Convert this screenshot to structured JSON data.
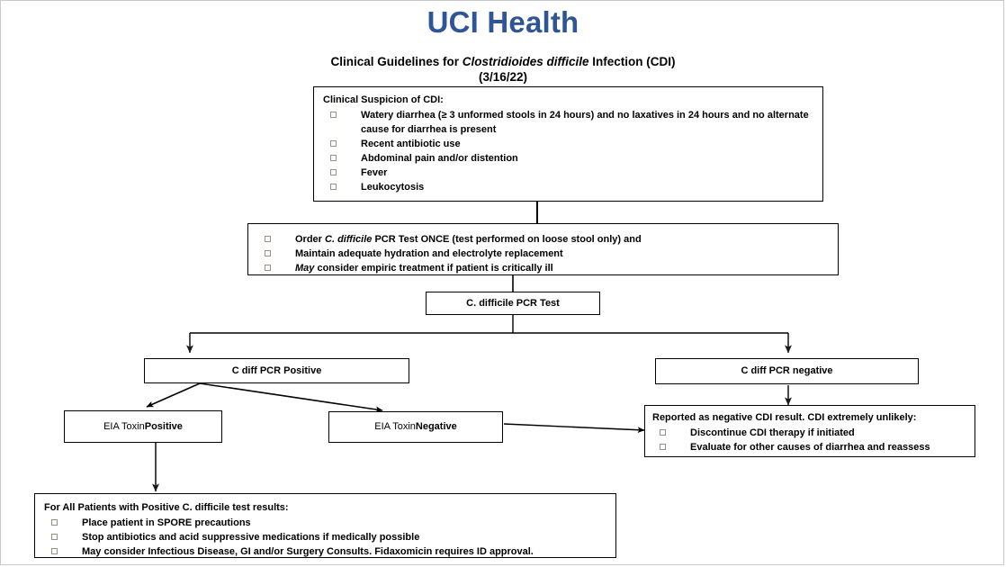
{
  "header": {
    "brand": "UCI Health",
    "brand_color": "#2f5597",
    "subtitle_prefix": "Clinical Guidelines for ",
    "subtitle_italic": "Clostridioides difficile",
    "subtitle_suffix": " Infection (CDI)",
    "subtitle_date": "(3/16/22)"
  },
  "nodes": {
    "clinical_suspicion": {
      "title": "Clinical Suspicion of CDI:",
      "items": [
        "Watery diarrhea (≥ 3 unformed stools in 24 hours) and no laxatives in 24 hours and no alternate cause for diarrhea is present",
        "Recent antibiotic use",
        "Abdominal pain and/or distention",
        "Fever",
        "Leukocytosis"
      ]
    },
    "order_test": {
      "items": [
        {
          "pre": "Order ",
          "italic": "C. difficile",
          "post": " PCR Test ONCE (test performed on loose stool only) and"
        },
        {
          "pre": "",
          "italic": "",
          "post": "Maintain adequate hydration and electrolyte replacement"
        },
        {
          "pre": "",
          "italic": "May",
          "post": " consider empiric treatment if patient is critically ill"
        }
      ]
    },
    "pcr_test": {
      "label": "C. difficile PCR Test"
    },
    "pcr_positive": {
      "label": "C diff PCR Positive"
    },
    "pcr_negative": {
      "label": "C diff PCR negative"
    },
    "eia_positive": {
      "prefix": "EIA Toxin ",
      "emphasis": "Positive"
    },
    "eia_negative": {
      "prefix": "EIA Toxin ",
      "emphasis": "Negative"
    },
    "reported_negative": {
      "title": "Reported as negative CDI result. CDI extremely unlikely:",
      "items": [
        "Discontinue CDI therapy if initiated",
        "Evaluate for other causes of diarrhea and reassess"
      ]
    },
    "all_positive_patients": {
      "title": "For All Patients with Positive C. difficile test results:",
      "items": [
        "Place patient in SPORE precautions",
        "Stop antibiotics and acid suppressive medications if medically possible",
        "May consider Infectious Disease, GI and/or Surgery Consults. Fidaxomicin requires ID approval."
      ]
    }
  }
}
